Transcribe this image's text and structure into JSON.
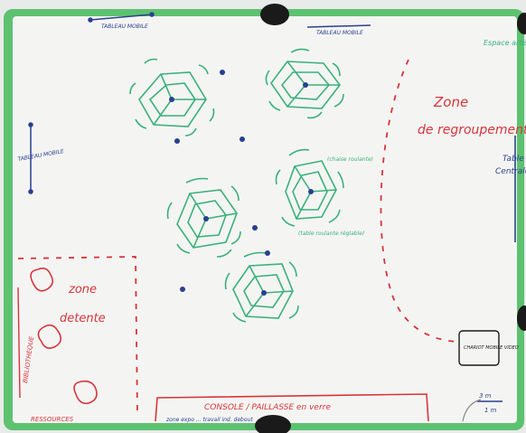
{
  "photo": {
    "colors": {
      "frame_green": "#5dc270",
      "board": "#f4f5f3",
      "ink_green": "#3bb07a",
      "ink_red": "#d8353a",
      "ink_blue": "#2a3f8f"
    },
    "labels": {
      "tableau_mobile_top": "TABLEAU MOBILE",
      "tableau_mobile_top2": "TABLEAU MOBILE",
      "tableau_mobile_left": "TABLEAU MOBILE",
      "espace_artistique": "Espace artistique",
      "zone_regroupement_line1": "Zone",
      "zone_regroupement_line2": "de regroupement",
      "table_centrale_line1": "Table",
      "table_centrale_line2": "Centrale",
      "chaise_roulante": "(chaise roulante)",
      "table_roulante": "(table roulante réglable)",
      "zone_detente_line1": "zone",
      "zone_detente_line2": "detente",
      "bibliotheque": "BIBLIOTHEQUE",
      "ressources": "RESSOURCES",
      "chariot_mobile": "CHARIOT MOBILE VIDEO",
      "console": "CONSOLE / PAILLASSE en verre",
      "console_sub": "zone expo  ...  travail ind. debout",
      "scale_top": "3 m",
      "scale_bottom": "1 m"
    }
  }
}
